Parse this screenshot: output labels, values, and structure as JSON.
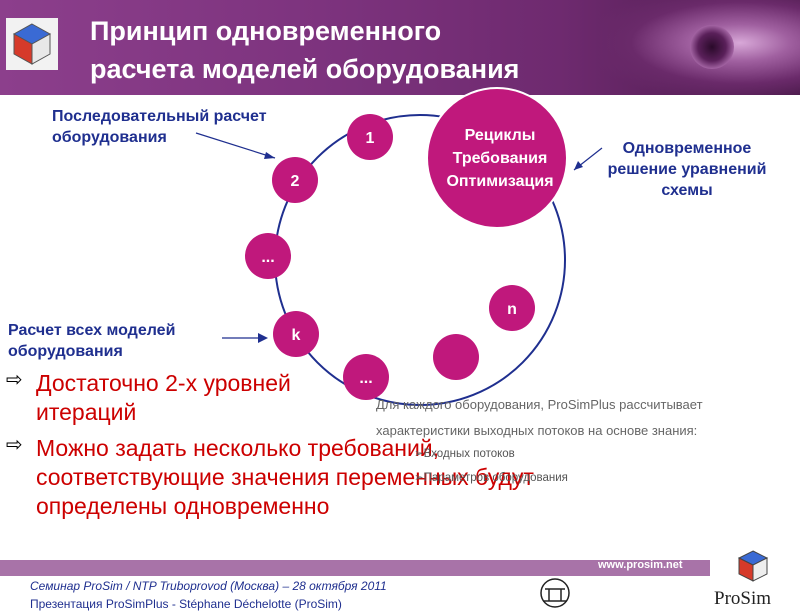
{
  "header": {
    "title_line1": "Принцип одновременного",
    "title_line2": "расчета моделей оборудования"
  },
  "diagram": {
    "nodes": [
      "1",
      "2",
      "...",
      "k",
      "...",
      "",
      "n"
    ],
    "big_node_lines": [
      "Рециклы",
      "Требования",
      "Оптимизация"
    ],
    "label_sequential": "Последовательный расчет оборудования",
    "label_simultaneous": "Одновременное решение уравнений схемы",
    "label_all_models": "Расчет всех моделей оборудования"
  },
  "bullets": [
    {
      "icon": "⇨",
      "text": "Достаточно 2-х уровней итераций"
    },
    {
      "icon": "⇨",
      "text": "Можно задать несколько требований, соответствующие значения переменных будут определены одновременно"
    }
  ],
  "notes": {
    "line1": "Для каждого оборудования, ProSimPlus рассчитывает",
    "line2": "характеристики выходных потоков на основе знания:",
    "sub_items": [
      "Входных потоков",
      "Параметров оборудования"
    ]
  },
  "footer": {
    "url": "www.prosim.net",
    "line1": "Семинар ProSim / NTP Truboprovod (Москва) – 28 октября 2011",
    "line2": "Презентация ProSimPlus - Stéphane Déchelotte (ProSim)",
    "brand": "ProSim"
  },
  "colors": {
    "node_fill": "#c0187c",
    "header_purple": "#7d337e",
    "label_blue": "#1f2f8f",
    "bullet_red": "#cc0000"
  }
}
